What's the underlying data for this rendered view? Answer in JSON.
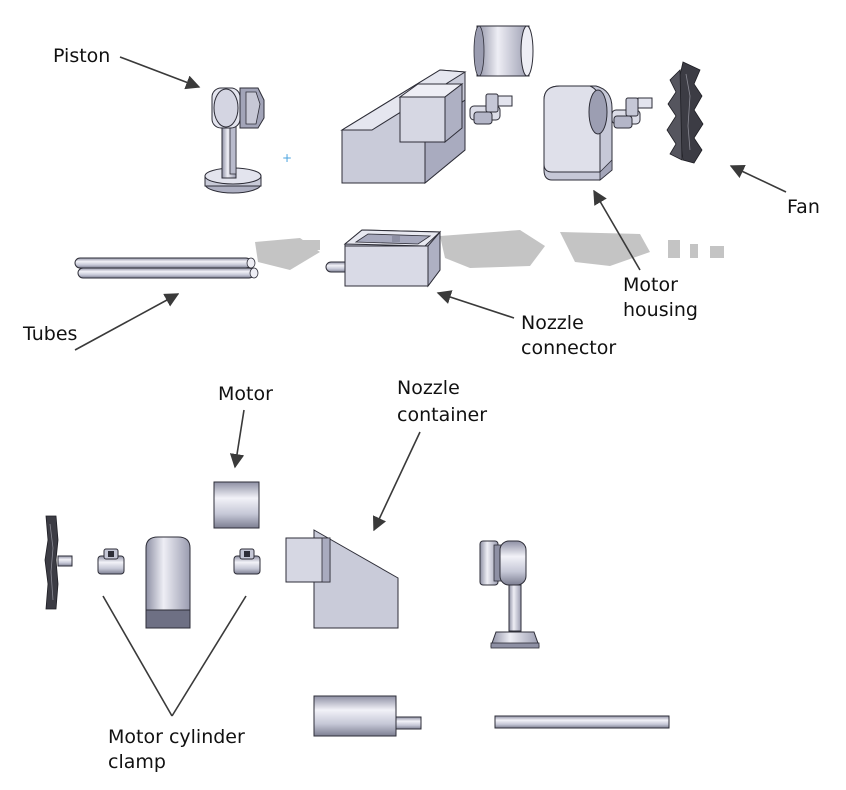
{
  "labels": {
    "piston": "Piston",
    "fan": "Fan",
    "tubes": "Tubes",
    "nozzle_connector_line1": "Nozzle",
    "nozzle_connector_line2": "connector",
    "motor_housing_line1": "Motor",
    "motor_housing_line2": "housing",
    "motor": "Motor",
    "nozzle_container_line1": "Nozzle",
    "nozzle_container_line2": "container",
    "clamp_line1": "Motor cylinder",
    "clamp_line2": "clamp"
  },
  "colors": {
    "part_light": "#dcdde8",
    "part_mid": "#b9bbcc",
    "part_dark": "#8e90a4",
    "outline": "#2e2e38",
    "shadow": "#c9c9c9",
    "fan": "#3c3c44"
  }
}
